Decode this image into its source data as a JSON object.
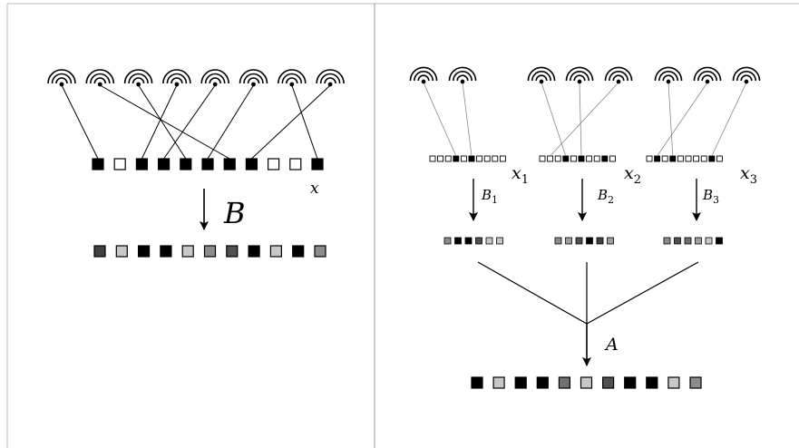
{
  "left_panel": {
    "antenna_count": 8,
    "input_cells": [
      "black",
      "white",
      "black",
      "black",
      "black",
      "black",
      "black",
      "black",
      "white",
      "white",
      "black"
    ],
    "input_label": "x",
    "operator_label": "B",
    "output_cells": [
      "#404040",
      "#c8c8c8",
      "#000000",
      "#000000",
      "#c8c8c8",
      "#8c8c8c",
      "#505050",
      "#000000",
      "#c8c8c8",
      "#000000",
      "#8c8c8c"
    ]
  },
  "right_panel": {
    "groups": [
      {
        "antenna_count": 2,
        "input_cells": [
          "white",
          "white",
          "white",
          "black",
          "white",
          "black",
          "white",
          "white",
          "white",
          "white"
        ],
        "input_label": "x",
        "input_label_sub": "1",
        "operator_label": "B",
        "operator_label_sub": "1",
        "output_cells": [
          "#8c8c8c",
          "#000000",
          "#000000",
          "#505050",
          "#c8c8c8",
          "#c8c8c8"
        ]
      },
      {
        "antenna_count": 3,
        "input_cells": [
          "white",
          "white",
          "white",
          "black",
          "white",
          "black",
          "white",
          "white",
          "black",
          "white"
        ],
        "input_label": "x",
        "input_label_sub": "2",
        "operator_label": "B",
        "operator_label_sub": "2",
        "output_cells": [
          "#8c8c8c",
          "#a0a0a0",
          "#505050",
          "#000000",
          "#404040",
          "#a0a0a0"
        ]
      },
      {
        "antenna_count": 3,
        "input_cells": [
          "white",
          "black",
          "white",
          "black",
          "white",
          "white",
          "white",
          "white",
          "black",
          "white"
        ],
        "input_label": "x",
        "input_label_sub": "3",
        "operator_label": "B",
        "operator_label_sub": "3",
        "output_cells": [
          "#8c8c8c",
          "#505050",
          "#707070",
          "#a0a0a0",
          "#c8c8c8",
          "#000000"
        ]
      }
    ],
    "operator_label": "A",
    "output_cells": [
      "#000000",
      "#c8c8c8",
      "#000000",
      "#000000",
      "#707070",
      "#c8c8c8",
      "#505050",
      "#000000",
      "#000000",
      "#c8c8c8",
      "#8c8c8c"
    ]
  }
}
